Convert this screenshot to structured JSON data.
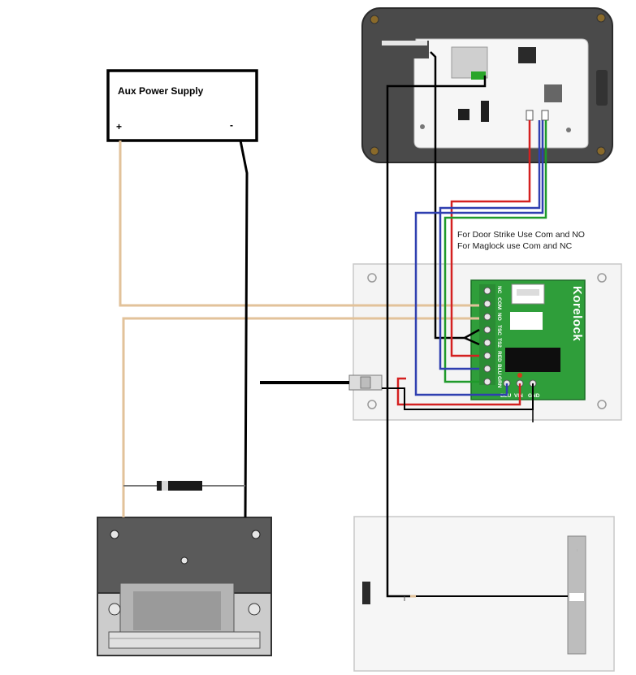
{
  "aux_power_supply": {
    "title": "Aux Power Supply",
    "plus_label": "+",
    "minus_label": "-"
  },
  "notes": {
    "line1": "For Door Strike Use Com and NO",
    "line2": "For Maglock use Com and NC"
  },
  "relay_board": {
    "brand": "Korelock",
    "terminal_labels": [
      "NC",
      "COM",
      "NO",
      "TSC",
      "TS2",
      "RED",
      "BLU",
      "GRN"
    ],
    "bottom_labels": [
      "BLU",
      "VIN",
      "GND"
    ]
  },
  "wire_colors": {
    "tan": "#e2c29a",
    "black": "#000000",
    "red": "#d42020",
    "green": "#1f9a2a",
    "blue": "#2f3fb0",
    "board_green": "#2f9e3a"
  }
}
